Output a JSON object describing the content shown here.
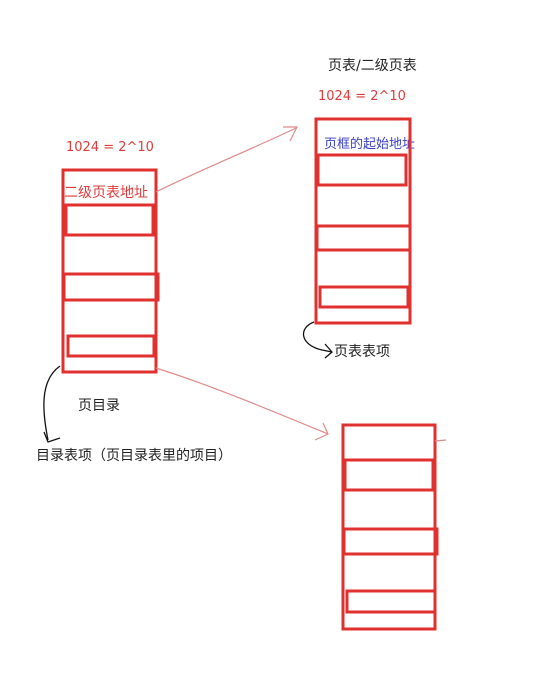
{
  "labels": {
    "page_table_title": "页表/二级页表",
    "formula_right": "1024 = 2^10",
    "formula_left": "1024 = 2^10",
    "frame_start_address": "页框的起始地址",
    "second_level_address": "二级页表地址",
    "page_table_entry": "页表表项",
    "page_directory": "页目录",
    "directory_entry": "目录表项（页目录表里的项目）"
  },
  "colors": {
    "box_red": "#e0312f",
    "formula_red": "#e03b3b",
    "label_blue": "#3a40c8",
    "arrow_pink": "#e08a8a"
  }
}
